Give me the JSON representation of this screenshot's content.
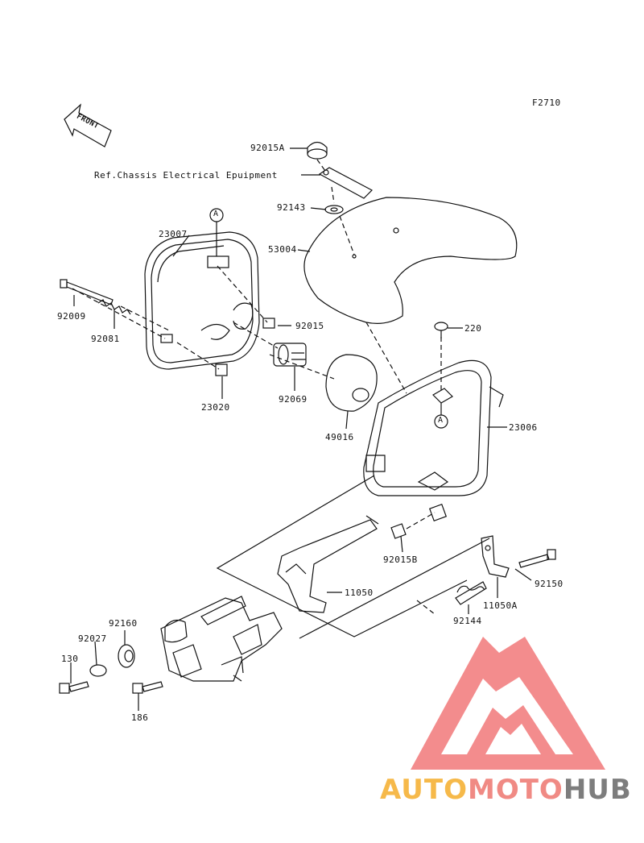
{
  "figure_code": "F2710",
  "front_label": "FRONT",
  "reference_note": "Ref.Chassis Electrical Epuipment",
  "callouts": {
    "a_top": "A",
    "a_bottom": "A"
  },
  "parts": {
    "p92015A": "92015A",
    "p92143": "92143",
    "p53004": "53004",
    "p23007": "23007",
    "p92009": "92009",
    "p92081": "92081",
    "p92015": "92015",
    "p23020": "23020",
    "p92069": "92069",
    "p49016": "49016",
    "p220": "220",
    "p23006": "23006",
    "p92015B": "92015B",
    "p11050": "11050",
    "p92150": "92150",
    "p11050A": "11050A",
    "p92144": "92144",
    "p92160": "92160",
    "p92027": "92027",
    "p130": "130",
    "p186": "186"
  },
  "watermark": {
    "part1": "AUTO",
    "part2": "MOTO",
    "part3": "HUB",
    "colors": {
      "auto": "#f6b94a",
      "moto": "#f08a84",
      "hub": "#7d7d7d",
      "logo": "#f2797a"
    }
  }
}
